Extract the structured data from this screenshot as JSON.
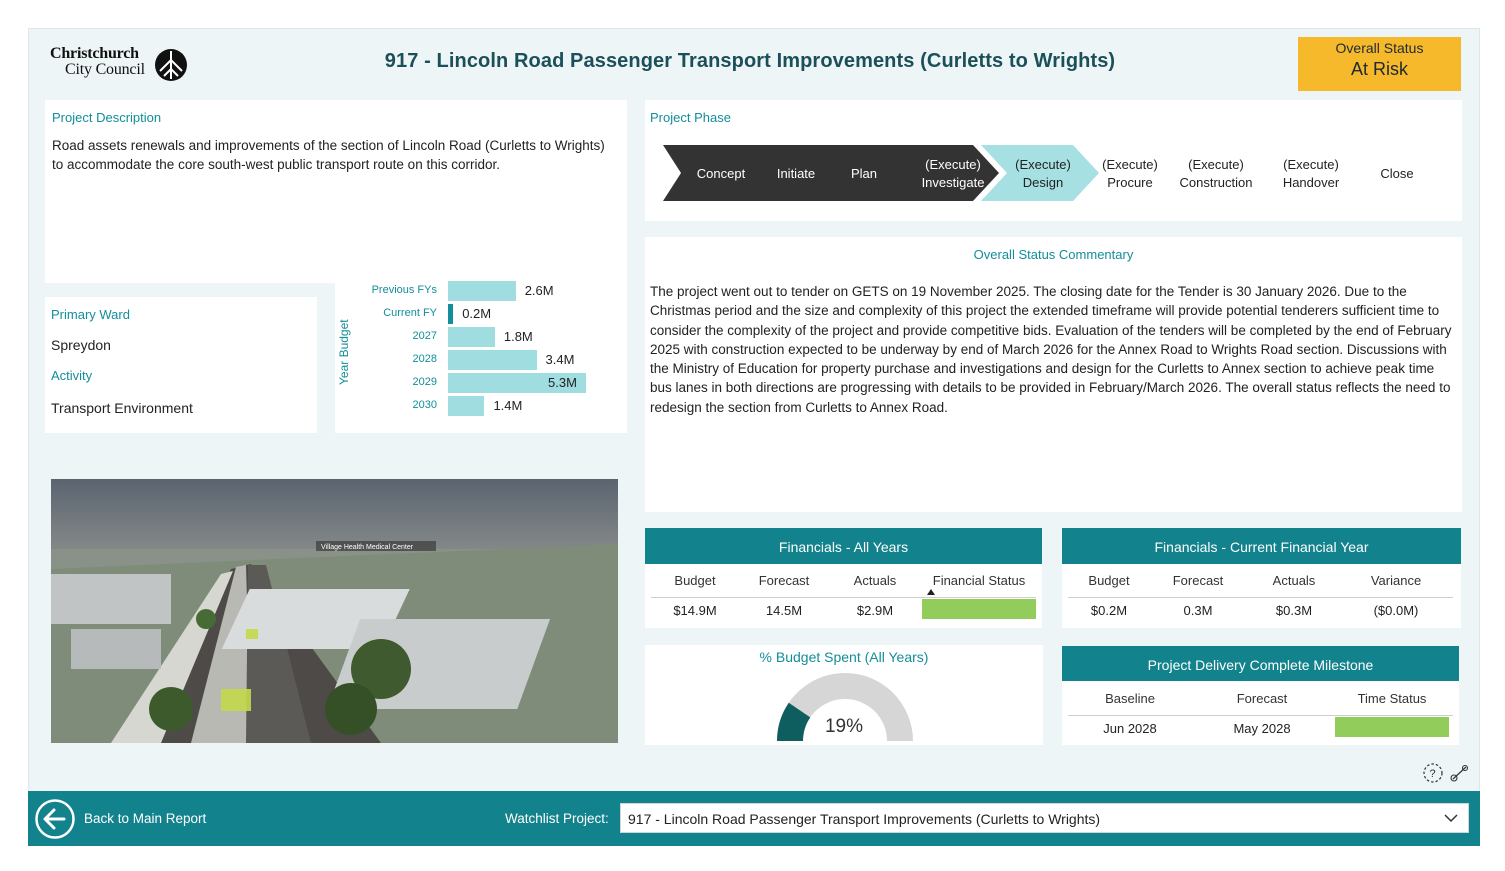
{
  "header": {
    "logo_line1": "Christchurch",
    "logo_line2": "City Council",
    "title": "917 - Lincoln Road Passenger Transport Improvements (Curletts to Wrights)",
    "overall_status_label": "Overall Status",
    "overall_status_value": "At Risk",
    "status_color": "#f6b92b"
  },
  "description": {
    "label": "Project Description",
    "text": "Road assets renewals and improvements of the section of Lincoln Road (Curletts to Wrights) to accommodate the core south-west public transport route on this corridor."
  },
  "ward": {
    "ward_label": "Primary Ward",
    "ward_value": "Spreydon",
    "activity_label": "Activity",
    "activity_value": "Transport Environment"
  },
  "year_budget": {
    "axis_title": "Year Budget",
    "rows": [
      {
        "category": "Previous FYs",
        "label": "2.6M",
        "value": 2.6
      },
      {
        "category": "Current FY",
        "label": "0.2M",
        "value": 0.2
      },
      {
        "category": "2027",
        "label": "1.8M",
        "value": 1.8
      },
      {
        "category": "2028",
        "label": "3.4M",
        "value": 3.4
      },
      {
        "category": "2029",
        "label": "5.3M",
        "value": 5.3
      },
      {
        "category": "2030",
        "label": "1.4M",
        "value": 1.4
      }
    ]
  },
  "phase": {
    "label": "Project Phase",
    "steps": [
      {
        "line1": "Concept",
        "line2": "",
        "state": "done"
      },
      {
        "line1": "Initiate",
        "line2": "",
        "state": "done"
      },
      {
        "line1": "Plan",
        "line2": "",
        "state": "done"
      },
      {
        "line1": "(Execute)",
        "line2": "Investigate",
        "state": "done"
      },
      {
        "line1": "(Execute)",
        "line2": "Design",
        "state": "current"
      },
      {
        "line1": "(Execute)",
        "line2": "Procure",
        "state": "future"
      },
      {
        "line1": "(Execute)",
        "line2": "Construction",
        "state": "future"
      },
      {
        "line1": "(Execute)",
        "line2": "Handover",
        "state": "future"
      },
      {
        "line1": "Close",
        "line2": "",
        "state": "future"
      }
    ]
  },
  "commentary": {
    "title": "Overall Status Commentary",
    "text": "The project went out to tender on GETS on 19 November 2025. The closing date for the Tender is 30 January 2026. Due to the Christmas period and the size and complexity of this project the extended timeframe will provide potential tenderers sufficient time to consider the complexity of the project and provide competitive bids. Evaluation of the tenders will be completed by the end of February 2025 with construction expected to be underway by end of March 2026 for the Annex Road to Wrights Road section. Discussions with the Ministry of Education for property purchase and investigations and design for the Curletts to Annex section to achieve peak time bus lanes in both directions are progressing with details to be provided in February/March 2026. The overall status reflects the need to redesign the section from Curletts to Annex Road."
  },
  "photo": {
    "sign_text": "Village Health Medical Center"
  },
  "financials_all": {
    "title": "Financials - All Years",
    "h_budget": "Budget",
    "h_forecast": "Forecast",
    "h_actuals": "Actuals",
    "h_status": "Financial Status",
    "budget": "$14.9M",
    "forecast": "14.5M",
    "actuals": "$2.9M",
    "status_color": "#92cc5a"
  },
  "financials_current": {
    "title": "Financials - Current Financial Year",
    "h_budget": "Budget",
    "h_forecast": "Forecast",
    "h_actuals": "Actuals",
    "h_variance": "Variance",
    "budget": "$0.2M",
    "forecast": "0.3M",
    "actuals": "$0.3M",
    "variance": "($0.0M)"
  },
  "budget_spent": {
    "title": "% Budget Spent (All Years)",
    "percent_label": "19%",
    "percent": 0.19
  },
  "milestone": {
    "title": "Project Delivery Complete Milestone",
    "h_baseline": "Baseline",
    "h_forecast": "Forecast",
    "h_time": "Time Status",
    "baseline": "Jun 2028",
    "forecast": "May 2028",
    "time_status_color": "#92cc5a"
  },
  "footer": {
    "back_label": "Back to Main Report",
    "watchlist_label": "Watchlist Project:",
    "watchlist_value": "917 - Lincoln Road Passenger Transport Improvements (Curletts to Wrights)"
  },
  "icons": {
    "back": "back-arrow-circle-icon",
    "dropdown": "chevron-down-icon",
    "help": "help-icon",
    "share": "share-icon"
  }
}
